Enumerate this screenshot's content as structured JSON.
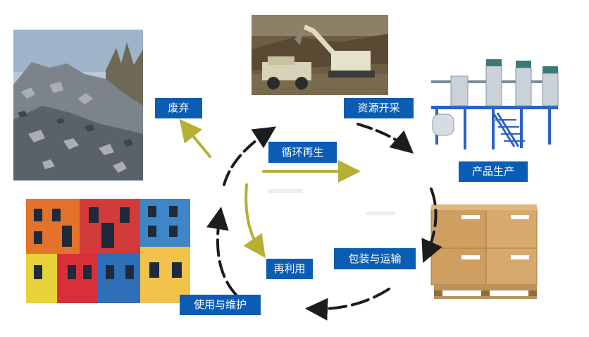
{
  "nodes": {
    "waste": "废弃",
    "mining": "资源开采",
    "recycle": "循环再生",
    "production": "产品生产",
    "packaging": "包装与运输",
    "reuse": "再利用",
    "use": "使用与维护"
  },
  "colors": {
    "label_bg": "#0b5db3",
    "label_text": "#ffffff",
    "cycle_arrow": "#1c1c1c",
    "recycle_arrow": "#b5b035"
  },
  "images": {
    "waste": "rubble-pile-photo",
    "mining": "excavator-mine-photo",
    "production": "factory-tanks-photo",
    "packaging": "pallet-boxes-photo",
    "use": "colorful-buildings-photo"
  }
}
